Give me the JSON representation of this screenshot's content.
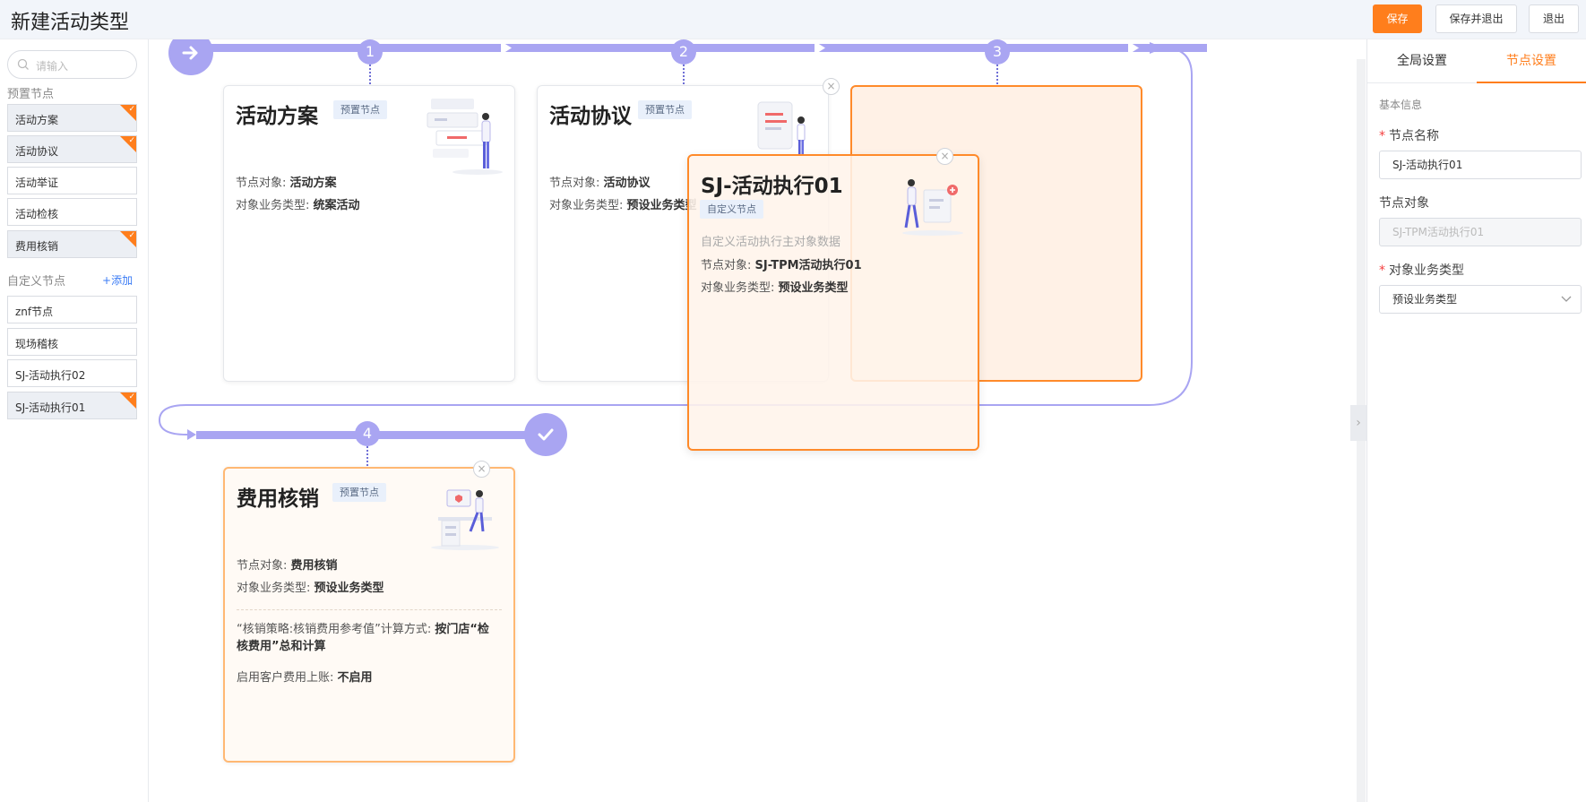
{
  "header": {
    "title": "新建活动类型",
    "buttons": {
      "save": "保存",
      "save_exit": "保存并退出",
      "exit": "退出"
    }
  },
  "sidebar": {
    "search_placeholder": "请输入",
    "preset_title": "预置节点",
    "preset_items": [
      "活动方案",
      "活动协议",
      "活动举证",
      "活动检核",
      "费用核销"
    ],
    "custom_title": "自定义节点",
    "add_label": "添加",
    "custom_items": [
      "znf节点",
      "现场稽核",
      "SJ-活动执行02",
      "SJ-活动执行01"
    ]
  },
  "flow": {
    "step_numbers": [
      "1",
      "2",
      "3",
      "4"
    ],
    "cards": {
      "c1": {
        "title": "活动方案",
        "tag": "预置节点",
        "obj_label": "节点对象:",
        "obj": "活动方案",
        "type_label": "对象业务类型:",
        "type": "统案活动"
      },
      "c2": {
        "title": "活动协议",
        "tag": "预置节点",
        "obj_label": "节点对象:",
        "obj": "活动协议",
        "type_label": "对象业务类型:",
        "type": "预设业务类型"
      },
      "c4": {
        "title": "费用核销",
        "tag": "预置节点",
        "obj_label": "节点对象:",
        "obj": "费用核销",
        "type_label": "对象业务类型:",
        "type": "预设业务类型",
        "strategy_pre": "“核销策略:核销费用参考值”计算方式:",
        "strategy_b1": "按门店“检",
        "strategy_b2": "核费用”总和计算",
        "limit_label": "启用客户费用上账:",
        "limit": "不启用"
      },
      "drag": {
        "title": "SJ-活动执行01",
        "tag": "自定义节点",
        "desc": "自定义活动执行主对象数据",
        "obj_label": "节点对象:",
        "obj": "SJ-TPM活动执行01",
        "type_label": "对象业务类型:",
        "type": "预设业务类型"
      }
    }
  },
  "right_panel": {
    "tabs": [
      "全局设置",
      "节点设置"
    ],
    "active_tab": "节点设置",
    "section": "基本信息",
    "name_label": "节点名称",
    "name_value": "SJ-活动执行01",
    "obj_label": "节点对象",
    "obj_value": "SJ-TPM活动执行01",
    "type_label": "对象业务类型",
    "type_value": "预设业务类型"
  },
  "colors": {
    "accent": "#ff7e1c",
    "flow": "#a9a5f2",
    "tag_bg": "#e9f0fb"
  },
  "icons": [
    "search-icon",
    "arrow-right-icon",
    "check-circle-icon",
    "close-icon",
    "chevron-down-icon",
    "chevron-right-icon",
    "plus-icon",
    "corner-check-icon"
  ]
}
